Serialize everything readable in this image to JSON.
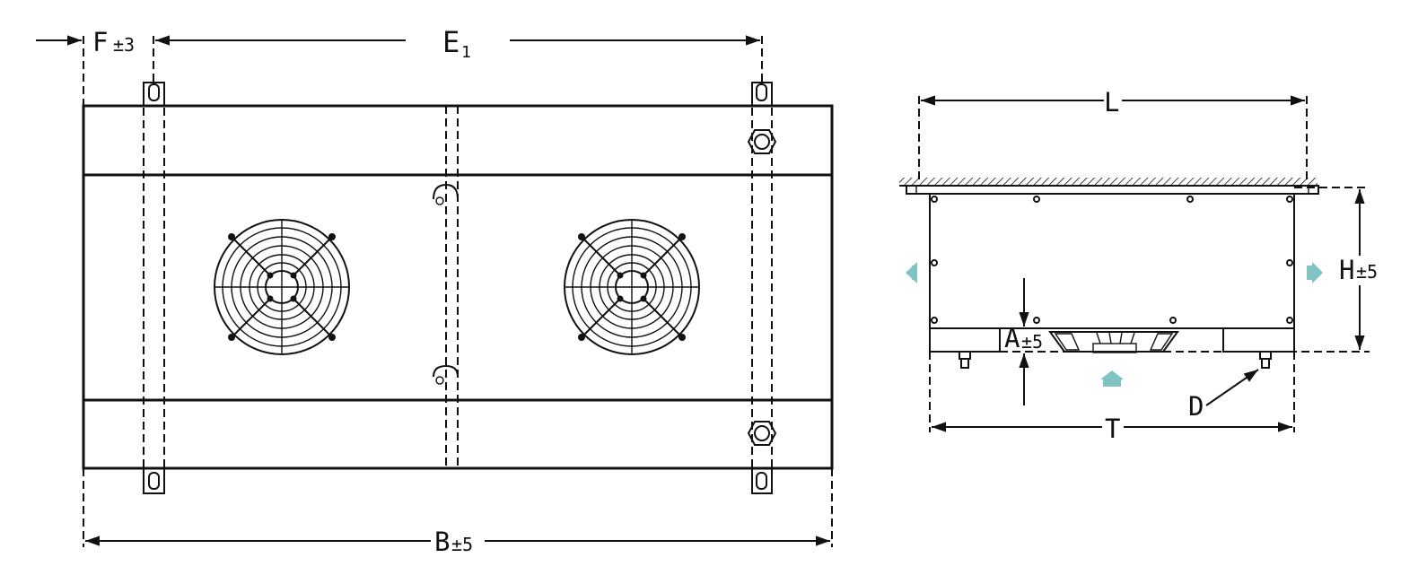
{
  "labels": {
    "f": "F",
    "f_tol": "±3",
    "e": "E",
    "e_sub": "1",
    "b": "B",
    "b_tol": "±5",
    "l": "L",
    "h": "H",
    "h_tol": "±5",
    "a": "A",
    "a_tol": "±5",
    "t": "T",
    "d": "D"
  },
  "colors": {
    "line": "#111111",
    "airflow_arrow": "#7fc4c2"
  },
  "icons": {
    "fan": "fan-guard-icon",
    "airflow": "airflow-arrow-icon"
  }
}
